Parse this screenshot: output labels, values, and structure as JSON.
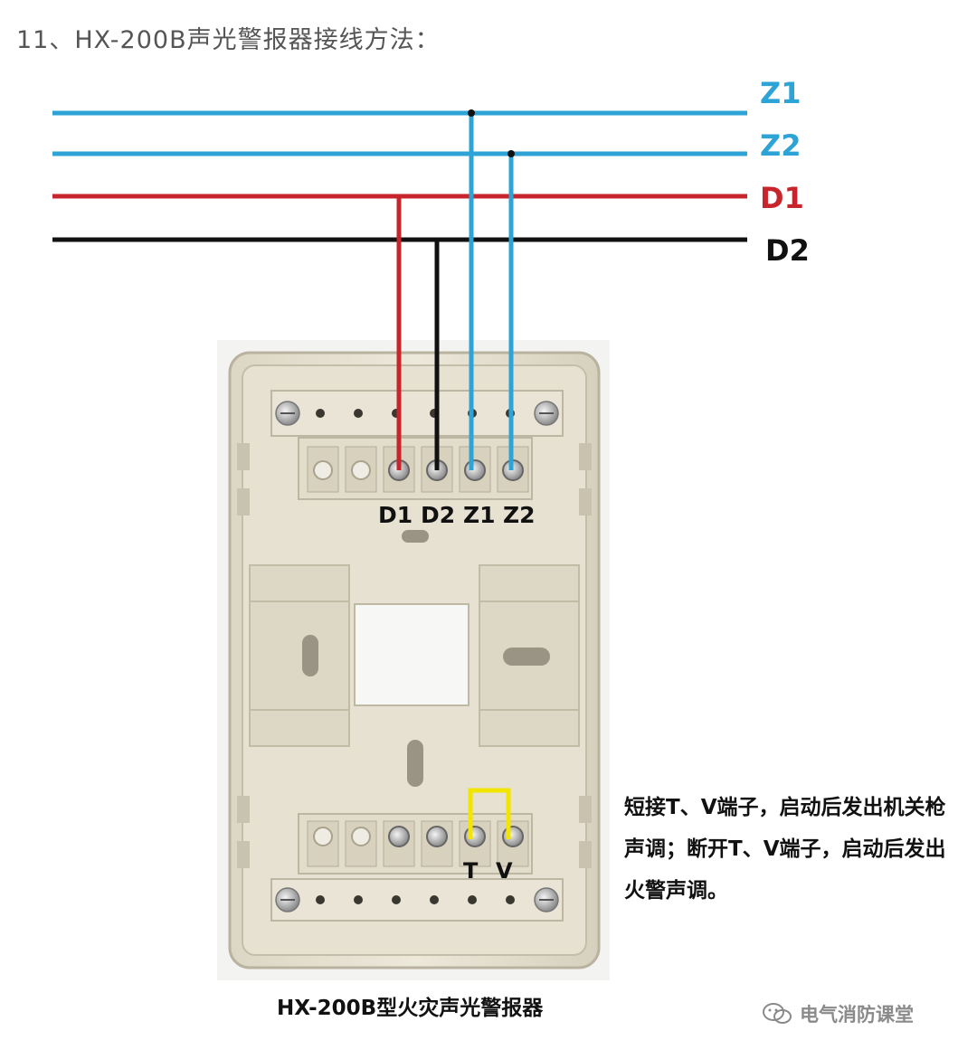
{
  "heading": "11、HX-200B声光警报器接线方法：",
  "bus": {
    "z1": {
      "label": "Z1",
      "color": "#2ea3d6"
    },
    "z2": {
      "label": "Z2",
      "color": "#2ea3d6"
    },
    "d1": {
      "label": "D1",
      "color": "#c8242b"
    },
    "d2": {
      "label": "D2",
      "color": "#111111"
    }
  },
  "terminals": [
    "D1",
    "D2",
    "Z1",
    "Z2"
  ],
  "bottom_terminals": {
    "t": "T",
    "v": "V",
    "jumper_color": "#f2e600"
  },
  "note": "短接T、V端子，启动后发出机关枪声调；断开T、V端子，启动后发出火警声调。",
  "caption": "HX-200B型火灾声光警报器",
  "watermark": "电气消防课堂"
}
